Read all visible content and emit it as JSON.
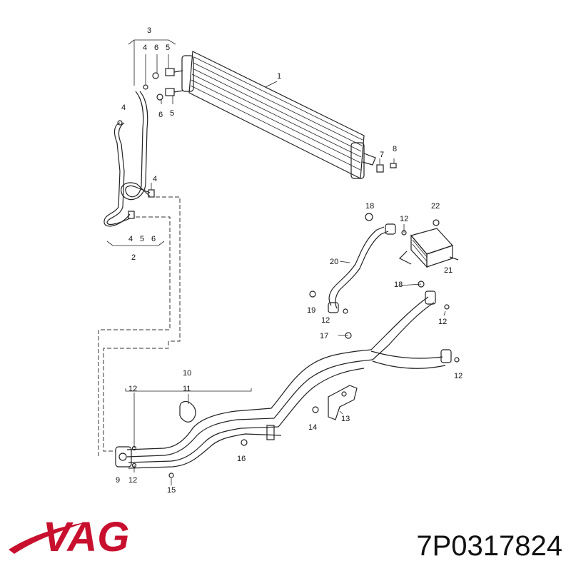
{
  "diagram": {
    "callouts": {
      "c1": "1",
      "c2": "2",
      "c3": "3",
      "c4a": "4",
      "c4b": "4",
      "c4c": "4",
      "c4d": "4",
      "c5a": "5",
      "c5b": "5",
      "c5c": "5",
      "c6a": "6",
      "c6b": "6",
      "c6c": "6",
      "c7": "7",
      "c8": "8",
      "c9": "9",
      "c10": "10",
      "c11": "11",
      "c12a": "12",
      "c12b": "12",
      "c12c": "12",
      "c12d": "12",
      "c12e": "12",
      "c12f": "12",
      "c13": "13",
      "c14": "14",
      "c15": "15",
      "c16": "16",
      "c17": "17",
      "c18a": "18",
      "c18b": "18",
      "c19": "19",
      "c20": "20",
      "c21": "21",
      "c22": "22"
    }
  },
  "brand": {
    "logo_text": "VAG",
    "color": "#c8102e"
  },
  "part_number": "7P0317824"
}
